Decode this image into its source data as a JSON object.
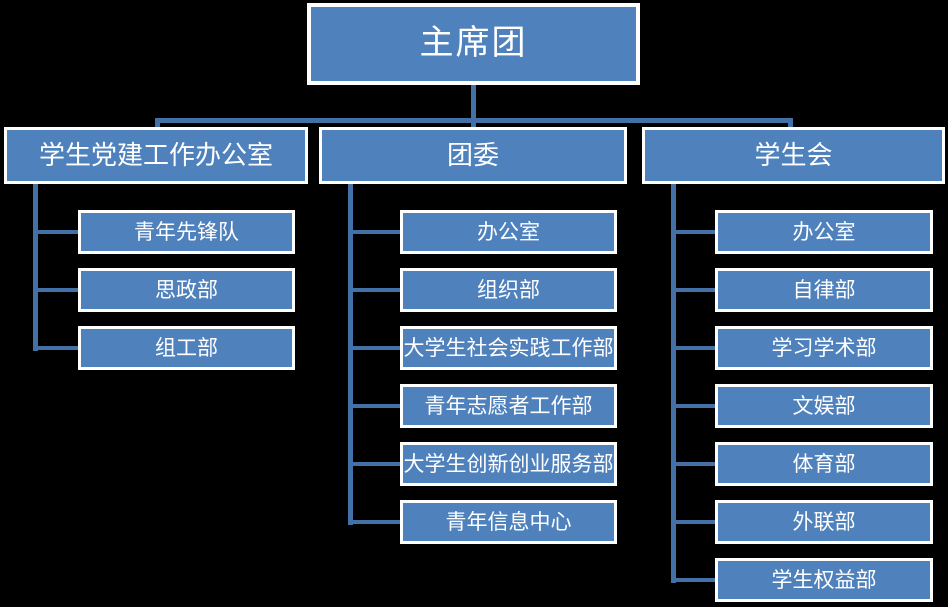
{
  "title": "student-organization-chart",
  "colors": {
    "background": "#000000",
    "node_fill": "#4f81bd",
    "node_border": "#ffffff",
    "connector": "#4470a8",
    "text": "#ffffff"
  },
  "org": {
    "root": {
      "label": "主席团"
    },
    "branches": [
      {
        "label": "学生党建工作办公室",
        "children": [
          "青年先锋队",
          "思政部",
          "组工部"
        ]
      },
      {
        "label": "团委",
        "children": [
          "办公室",
          "组织部",
          "大学生社会实践工作部",
          "青年志愿者工作部",
          "大学生创新创业服务部",
          "青年信息中心"
        ]
      },
      {
        "label": "学生会",
        "children": [
          "办公室",
          "自律部",
          "学习学术部",
          "文娱部",
          "体育部",
          "外联部",
          "学生权益部"
        ]
      }
    ]
  }
}
